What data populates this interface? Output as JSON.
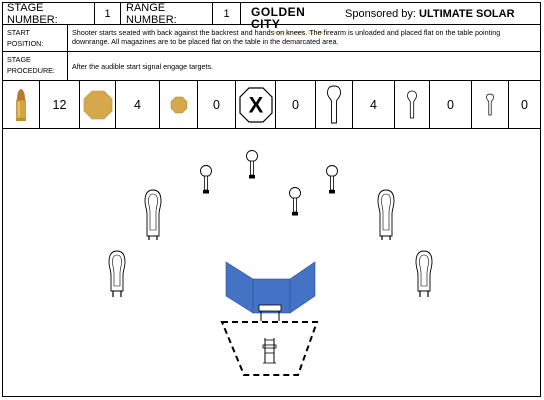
{
  "header": {
    "stage_number_label": "STAGE NUMBER:",
    "stage_number_value": "1",
    "range_number_label": "RANGE NUMBER:",
    "range_number_value": "1",
    "logo_title": "GOLDEN CITY",
    "logo_subtitle": "SHOOTING CLUB",
    "sponsor_prefix": "Sponsored by: ",
    "sponsor_name": "ULTIMATE SOLAR"
  },
  "start_position": {
    "label_line1": "START",
    "label_line2": "POSITION:",
    "text": "Shooter starts seated with back against the backrest and hands on knees. The firearm is unloaded and placed flat on the table pointing downrange. All magazines are to be placed flat on the table in the demarcated area."
  },
  "stage_procedure": {
    "label_line1": "STAGE",
    "label_line2": "PROCEDURE:",
    "text": "After the audible start signal engage targets."
  },
  "counts": {
    "rounds": "12",
    "large_octagon_plates": "4",
    "small_octagon_plates": "0",
    "no_shoot_x": "X",
    "no_shoots": "0",
    "large_pepper_poppers": "4",
    "medium_poppers": "0",
    "mini_poppers": "0"
  },
  "colors": {
    "cartridge_brass": "#c8952e",
    "target_tan": "#d4a84b",
    "barricade_blue": "#4472c4"
  },
  "icons": [
    "cartridge-icon",
    "octagon-plate-large-icon",
    "octagon-plate-small-icon",
    "no-shoot-icon",
    "popper-large-icon",
    "popper-medium-icon",
    "popper-mini-icon"
  ]
}
